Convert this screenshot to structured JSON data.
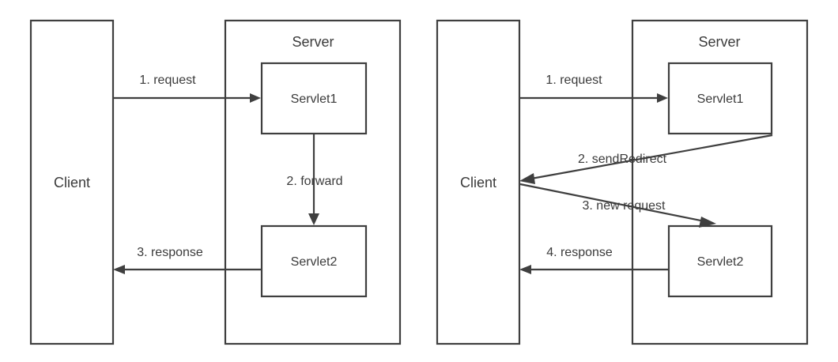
{
  "diagram": {
    "title": "Servlet request forwarding versus sendRedirect",
    "type": "flow-diagram",
    "background_color": "#ffffff",
    "stroke_color": "#3f3f3f",
    "text_color": "#3b3b3b",
    "panels": [
      {
        "id": "forward",
        "name": "forward-panel",
        "containers": [
          {
            "id": "client",
            "name": "client-box",
            "label": "Client"
          },
          {
            "id": "server",
            "name": "server-box",
            "label": "Server"
          }
        ],
        "nodes": [
          {
            "id": "servlet1",
            "name": "servlet1-box",
            "label": "Servlet1"
          },
          {
            "id": "servlet2",
            "name": "servlet2-box",
            "label": "Servlet2"
          }
        ],
        "edges": [
          {
            "id": "e1",
            "name": "edge-request",
            "label": "1. request",
            "from": "client",
            "to": "servlet1",
            "direction": "right"
          },
          {
            "id": "e2",
            "name": "edge-forward",
            "label": "2. forward",
            "from": "servlet1",
            "to": "servlet2",
            "direction": "down"
          },
          {
            "id": "e3",
            "name": "edge-response",
            "label": "3. response",
            "from": "servlet2",
            "to": "client",
            "direction": "left"
          }
        ]
      },
      {
        "id": "redirect",
        "name": "redirect-panel",
        "containers": [
          {
            "id": "client",
            "name": "client-box",
            "label": "Client"
          },
          {
            "id": "server",
            "name": "server-box",
            "label": "Server"
          }
        ],
        "nodes": [
          {
            "id": "servlet1",
            "name": "servlet1-box",
            "label": "Servlet1"
          },
          {
            "id": "servlet2",
            "name": "servlet2-box",
            "label": "Servlet2"
          }
        ],
        "edges": [
          {
            "id": "e1",
            "name": "edge-request",
            "label": "1. request",
            "from": "client",
            "to": "servlet1",
            "direction": "right"
          },
          {
            "id": "e2",
            "name": "edge-send-redirect",
            "label": "2. sendRedirect",
            "from": "servlet1",
            "to": "client",
            "direction": "down-left"
          },
          {
            "id": "e3",
            "name": "edge-new-request",
            "label": "3. new request",
            "from": "client",
            "to": "servlet2",
            "direction": "down-right"
          },
          {
            "id": "e4",
            "name": "edge-response",
            "label": "4. response",
            "from": "servlet2",
            "to": "client",
            "direction": "left"
          }
        ]
      }
    ]
  }
}
